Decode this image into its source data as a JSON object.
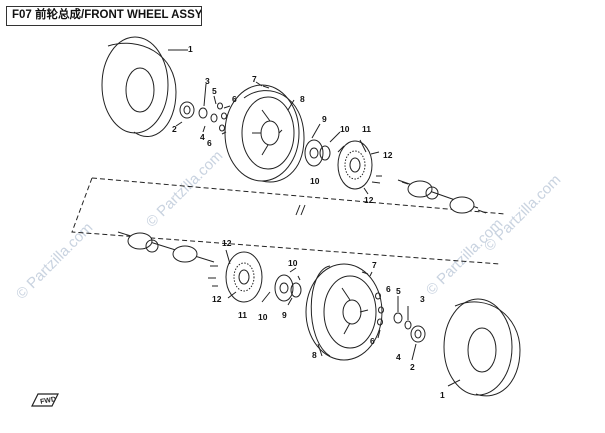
{
  "title": "F07 前轮总成/FRONT WHEEL ASSY",
  "copyright_mark": "©P",
  "watermarks": [
    "© Partzilla.com",
    "© Partzilla.com",
    "© Partzilla.com",
    "© Partzilla.com"
  ],
  "direction_arrow": "FWD",
  "callouts": {
    "upper": [
      "1",
      "2",
      "3",
      "4",
      "5",
      "6",
      "6",
      "7",
      "8",
      "9",
      "10",
      "10",
      "11",
      "12",
      "12"
    ],
    "lower": [
      "1",
      "2",
      "3",
      "4",
      "5",
      "6",
      "6",
      "7",
      "8",
      "9",
      "10",
      "10",
      "11",
      "12",
      "12"
    ]
  },
  "colors": {
    "line": "#222222",
    "watermark": "#c9d3e0",
    "paper": "#ffffff"
  }
}
